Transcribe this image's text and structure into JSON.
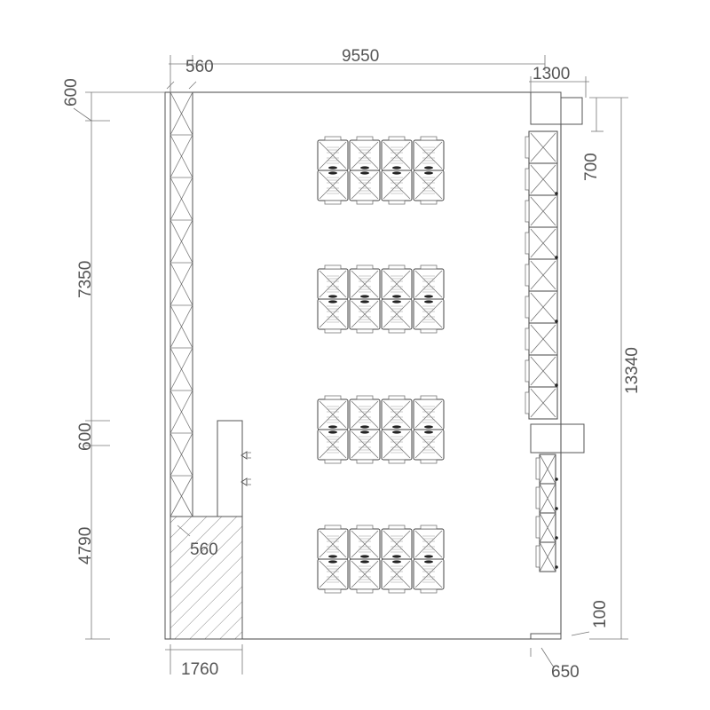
{
  "drawing": {
    "dimensions": {
      "top_left_offset": "560",
      "top_width": "9550",
      "top_right": "1300",
      "left_600_top": "600",
      "left_7350": "7350",
      "left_600_mid": "600",
      "left_4790": "4790",
      "right_700": "700",
      "right_13340": "13340",
      "right_100": "100",
      "bottom_1760": "1760",
      "bottom_650": "650",
      "inner_560": "560"
    },
    "colors": {
      "line": "#555555",
      "hatch": "#888888",
      "background": "#ffffff"
    }
  }
}
